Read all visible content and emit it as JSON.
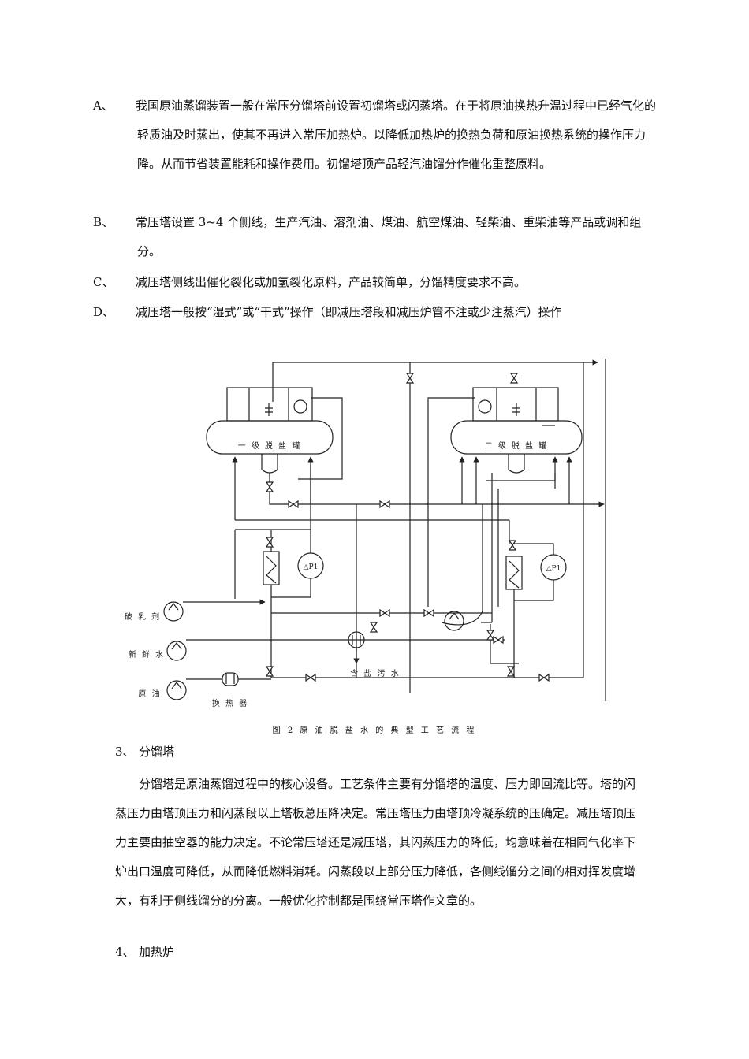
{
  "items": [
    {
      "marker": "A、",
      "text": "我国原油蒸馏装置一般在常压分馏塔前设置初馏塔或闪蒸塔。在于将原油换热升温过程中已经气化的轻质油及时蒸出，使其不再进入常压加热炉。以降低加热炉的换热负荷和原油换热系统的操作压力降。从而节省装置能耗和操作费用。初馏塔顶产品轻汽油馏分作催化重整原料。"
    },
    {
      "marker": "B、",
      "text": "常压塔设置 3~4 个侧线，生产汽油、溶剂油、煤油、航空煤油、轻柴油、重柴油等产品或调和组分。"
    },
    {
      "marker": "C、",
      "text": "减压塔侧线出催化裂化或加氢裂化原料，产品较简单，分馏精度要求不高。"
    },
    {
      "marker": "D、",
      "text": "减压塔一般按“湿式”或“干式”操作（即减压塔段和减压炉管不注或少注蒸汽）操作"
    }
  ],
  "diagram": {
    "tank1": "一 级 脱 盐 罐",
    "tank2": "二 级 脱 盐 罐",
    "pi": "△P1",
    "demulsifier": "破 乳 剂",
    "fresh_water": "新 鲜 水",
    "crude_oil": "原 油",
    "heat_exchanger": "换 热 器",
    "salty_water": "含 盐 污 水"
  },
  "caption": "图 2 原 油 脱 盐 水 的 典 型 工 艺 流 程",
  "section3": {
    "number": "3、",
    "title": "分馏塔",
    "body": "分馏塔是原油蒸馏过程中的核心设备。工艺条件主要有分馏塔的温度、压力即回流比等。塔的闪蒸压力由塔顶压力和闪蒸段以上塔板总压降决定。常压塔压力由塔顶冷凝系统的压确定。减压塔顶压力主要由抽空器的能力决定。不论常压塔还是减压塔，其闪蒸压力的降低，均意味着在相同气化率下炉出口温度可降低，从而降低燃料消耗。闪蒸段以上部分压力降低，各侧线馏分之间的相对挥发度增大，有利于侧线馏分的分离。一般优化控制都是围绕常压塔作文章的。"
  },
  "section4": {
    "number": "4、",
    "title": "加热炉"
  }
}
